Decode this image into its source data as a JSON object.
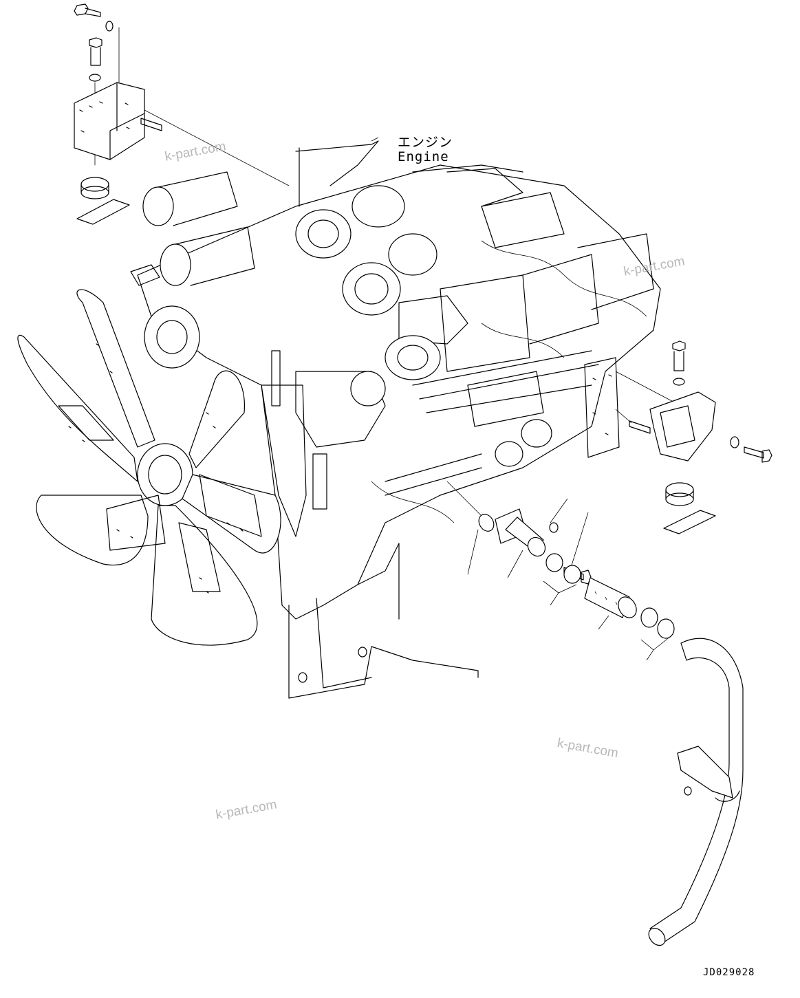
{
  "labels": {
    "engine_jp": "エンジン",
    "engine_en": "Engine",
    "drawing_code": "JD029028"
  },
  "watermarks": [
    "k-part.com",
    "k-part.com",
    "k-part.com",
    "k-part.com"
  ],
  "icons": {
    "engine": "engine-assembly-icon",
    "fan": "cooling-fan-icon",
    "mount": "engine-mount-icon",
    "pipe": "exhaust-pipe-icon"
  }
}
